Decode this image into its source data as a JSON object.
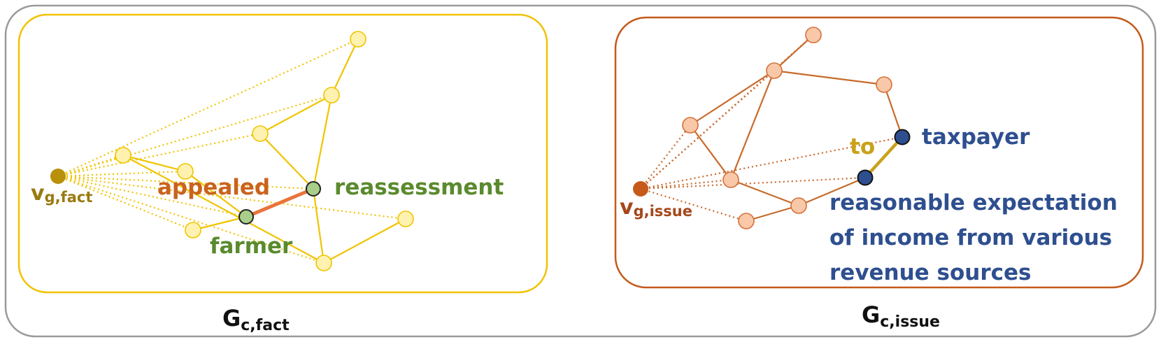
{
  "figure": {
    "outer_border_color": "#9a9a9a",
    "panels": [
      {
        "id": "fact",
        "caption_main": "G",
        "caption_sub": "c,fact",
        "border_color": "#f2c200",
        "virtual_node": {
          "label_main": "v",
          "label_sub": "g,fact",
          "color": "#b8900a",
          "label_color": "#9a7a10"
        },
        "node_fill": "#fff2b0",
        "node_stroke": "#f0c400",
        "edge_color": "#f0c400",
        "highlight": {
          "edge_color": "#e9733a",
          "edge_label": "appealed",
          "edge_label_color": "#c9631e",
          "node_fill": "#a8cf8a",
          "node_stroke": "#222222",
          "node_labels": [
            "reassessment",
            "farmer"
          ],
          "node_label_color": "#5b8a2e"
        }
      },
      {
        "id": "issue",
        "caption_main": "G",
        "caption_sub": "c,issue",
        "border_color": "#c55a1b",
        "virtual_node": {
          "label_main": "v",
          "label_sub": "g,issue",
          "color": "#c55a1b",
          "label_color": "#a5471a"
        },
        "node_fill": "#f8c8a8",
        "node_stroke": "#d4703a",
        "edge_color": "#c86a2a",
        "highlight": {
          "edge_color": "#c8a21a",
          "edge_label": "to",
          "edge_label_color": "#c8a21a",
          "node_fill": "#2e4f8f",
          "node_stroke": "#111111",
          "node_labels": [
            "taxpayer",
            "reasonable expectation",
            "of income from various",
            "revenue sources"
          ],
          "node_label_color": "#2e4f8f"
        }
      }
    ]
  }
}
